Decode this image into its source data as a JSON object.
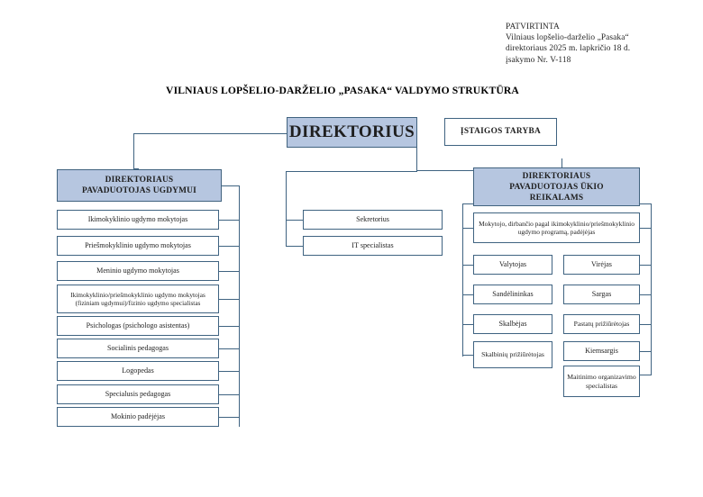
{
  "approval": {
    "lines": [
      "PATVIRTINTA",
      "Vilniaus lopšelio-darželio „Pasaka“",
      "direktoriaus 2025 m. lapkričio 18 d.",
      "įsakymo Nr. V-118"
    ]
  },
  "document": {
    "title": "VILNIAUS LOPŠELIO-DARŽELIO „PASAKA“ VALDYMO STRUKTŪRA"
  },
  "colors": {
    "node_fill": "#b6c6e0",
    "node_border": "#3f6381",
    "page_background": "#ffffff",
    "text": "#1f1f1f"
  },
  "chart_data": {
    "type": "diagram",
    "title": "VILNIAUS LOPŠELIO-DARŽELIO „PASAKA“ VALDYMO STRUKTŪRA",
    "nodes": {
      "root": "DIREKTORIUS",
      "board": "ĮSTAIGOS TARYBA",
      "deputy_education": "DIREKTORIAUS PAVADUOTOJAS UGDYMUI",
      "deputy_economy": "DIREKTORIAUS PAVADUOTOJAS ŪKIO REIKALAMS"
    },
    "branches": [
      {
        "name": "deputy-education",
        "head": "DIREKTORIAUS\nPAVADUOTOJAS UGDYMUI",
        "head_line1": "DIREKTORIAUS",
        "head_line2": "PAVADUOTOJAS UGDYMUI",
        "children": [
          "Ikimokyklinio ugdymo mokytojas",
          "Priešmokyklinio ugdymo mokytojas",
          "Meninio ugdymo mokytojas",
          "Ikimokyklinio/priešmokyklinio ugdymo mokytojas (fiziniam ugdymui)/fizinio ugdymo specialistas",
          "Psichologas (psichologo asistentas)",
          "Socialinis pedagogas",
          "Logopedas",
          "Specialusis pedagogas",
          "Mokinio padėjėjas"
        ]
      },
      {
        "name": "direct-reports",
        "head": "DIREKTORIUS",
        "children": [
          "Sekretorius",
          "IT specialistas"
        ]
      },
      {
        "name": "deputy-economy",
        "head": "DIREKTORIAUS PAVADUOTOJAS ŪKIO REIKALAMS",
        "head_line1": "DIREKTORIAUS",
        "head_line2": "PAVADUOTOJAS ŪKIO",
        "head_line3": "REIKALAMS",
        "children_wide": [
          "Mokytojo, dirbančio pagal ikimokyklinio/priešmokyklinio ugdymo programą, padėjėjas"
        ],
        "children_left": [
          "Valytojas",
          "Sandėlininkas",
          "Skalbėjas",
          "Skalbinių prižiūrėtojas"
        ],
        "children_right": [
          "Virėjas",
          "Sargas",
          "Pastatų prižiūrėtojas",
          "Kiemsargis",
          "Maitinimo organizavimo specialistas"
        ]
      }
    ]
  },
  "boxes": {
    "root": "DIREKTORIUS",
    "board": "ĮSTAIGOS TARYBA",
    "left_head_l1": "DIREKTORIAUS",
    "left_head_l2": "PAVADUOTOJAS UGDYMUI",
    "right_head_l1": "DIREKTORIAUS",
    "right_head_l2": "PAVADUOTOJAS ŪKIO",
    "right_head_l3": "REIKALAMS",
    "left": [
      "Ikimokyklinio ugdymo mokytojas",
      "Priešmokyklinio ugdymo mokytojas",
      "Meninio ugdymo mokytojas",
      "Ikimokyklinio/priešmokyklinio ugdymo mokytojas (fiziniam ugdymui)/fizinio ugdymo specialistas",
      "Psichologas (psichologo asistentas)",
      "Socialinis pedagogas",
      "Logopedas",
      "Specialusis pedagogas",
      "Mokinio padėjėjas"
    ],
    "center": [
      "Sekretorius",
      "IT specialistas"
    ],
    "right_wide": "Mokytojo, dirbančio pagal ikimokyklinio/priešmokyklinio ugdymo programą, padėjėjas",
    "right_col_a": [
      "Valytojas",
      "Sandėlininkas",
      "Skalbėjas",
      "Skalbinių prižiūrėtojas"
    ],
    "right_col_b": [
      "Virėjas",
      "Sargas",
      "Pastatų prižiūrėtojas",
      "Kiemsargis",
      "Maitinimo organizavimo specialistas"
    ]
  }
}
